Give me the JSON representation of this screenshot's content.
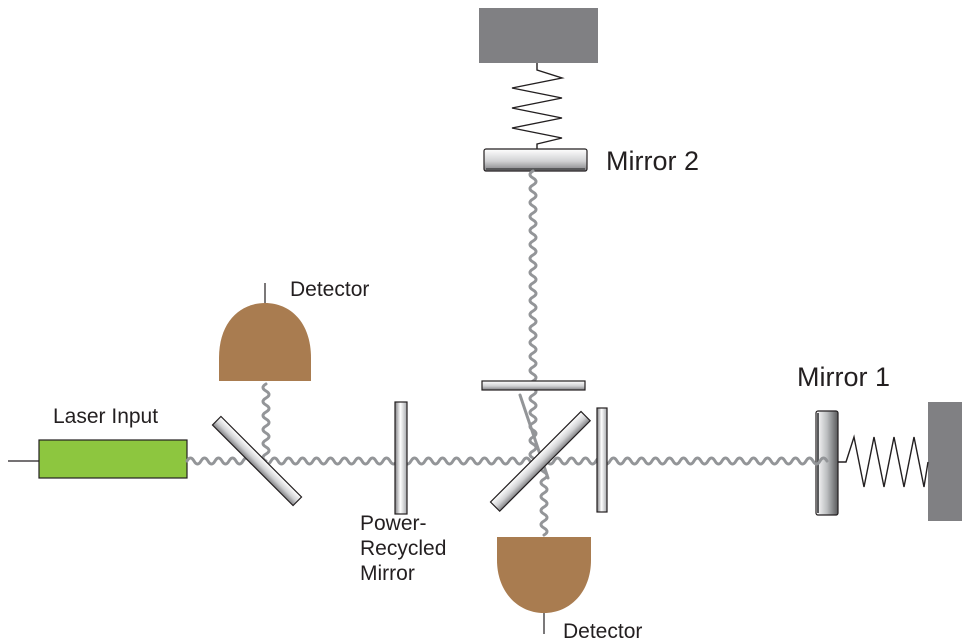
{
  "labels": {
    "mirror2": "Mirror 2",
    "mirror1": "Mirror 1",
    "detector_top": "Detector",
    "detector_bottom": "Detector",
    "laser_input": "Laser Input",
    "power_recycled_line1": "Power-",
    "power_recycled_line2": "Recycled",
    "power_recycled_line3": "Mirror"
  },
  "colors": {
    "mount": "#808083",
    "laser": "#8dc63f",
    "detector": "#a97c50",
    "beam": "#939598",
    "spring": "#231f20",
    "mirror_light": "#ffffff",
    "mirror_dark": "#808083",
    "text": "#231f20"
  }
}
